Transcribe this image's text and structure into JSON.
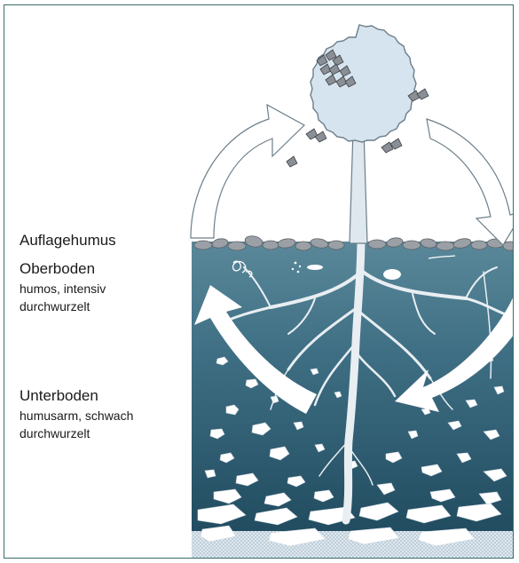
{
  "layers": {
    "auflagehumus": {
      "title": "Auflagehumus"
    },
    "oberboden": {
      "title": "Oberboden",
      "line1": "humos, intensiv",
      "line2": "durchwurzelt"
    },
    "unterboden": {
      "title": "Unterboden",
      "line1": "humusarm, schwach",
      "line2": "durchwurzelt"
    }
  },
  "colors": {
    "soil_top": "#4d7c8e",
    "soil_bottom": "#1f4a5e",
    "crown": "#d6e4ef",
    "stone": "#ffffff",
    "leaf": "#8a8f95",
    "frame": "#3a6b6b"
  }
}
